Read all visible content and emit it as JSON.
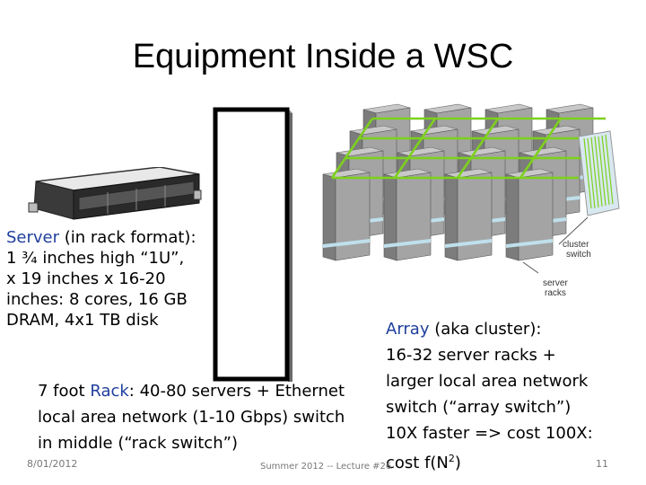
{
  "slide": {
    "title": "Equipment Inside a WSC",
    "server_desc": {
      "lead": "Server",
      "rest_line1": " (in rack format):",
      "line2": "1 ¾ inches high “1U”,",
      "line3": "x 19 inches x 16-20",
      "line4": "inches: 8 cores, 16 GB",
      "line5": "DRAM, 4x1 TB disk"
    },
    "rack_desc": {
      "line1_pre": "7 foot ",
      "line1_lead": "Rack",
      "line1_post": ": 40-80 servers + Ethernet",
      "line2": "local area network (1-10 Gbps) switch",
      "line3": "in middle (“rack switch”)"
    },
    "array_desc": {
      "lead": "Array",
      "rest_line1": " (aka cluster):",
      "line2": "16-32 server racks +",
      "line3": "larger local area network",
      "line4": "switch (“array switch”)",
      "line5": "10X faster => cost 100X:",
      "line6_pre": "cost f(N",
      "line6_sup": "2",
      "line6_post": ")"
    },
    "diagram_labels": {
      "cluster_switch_1": "cluster",
      "cluster_switch_2": "switch",
      "server_racks_1": "server",
      "server_racks_2": "racks"
    },
    "footer": {
      "date": "8/01/2012",
      "course": "Summer 2012 -- Lecture #26",
      "page": "11"
    }
  }
}
